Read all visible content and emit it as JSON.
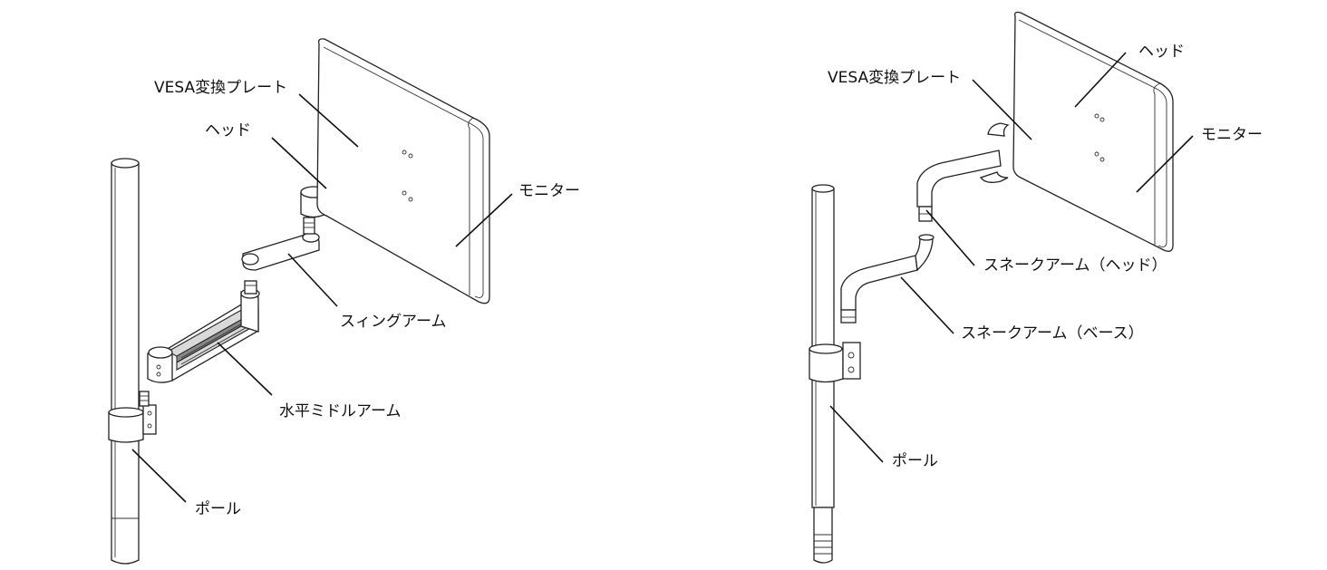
{
  "left": {
    "labels": {
      "vesa": "VESA変換プレート",
      "head": "ヘッド",
      "monitor": "モニター",
      "swing_arm": "スィングアーム",
      "middle_arm": "水平ミドルアーム",
      "pole": "ポール"
    }
  },
  "right": {
    "labels": {
      "vesa": "VESA変換プレート",
      "head": "ヘッド",
      "monitor": "モニター",
      "snake_head": "スネークアーム（ヘッド）",
      "snake_base": "スネークアーム（ベース）",
      "pole": "ポール"
    }
  }
}
